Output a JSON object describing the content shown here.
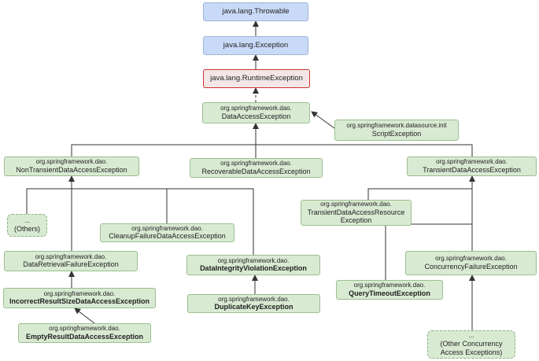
{
  "nodes": {
    "throwable": {
      "text": "java.lang.Throwable"
    },
    "exception": {
      "text": "java.lang.Exception"
    },
    "runtime": {
      "text": "java.lang.RuntimeException"
    },
    "dae": {
      "line1": "org.springframework.dao.",
      "line2": "DataAccessException"
    },
    "script": {
      "line1": "org.springframework.datasource.init",
      "line2": "ScriptException"
    },
    "nontransient": {
      "line1": "org.springframework.dao.",
      "line2": "NonTransientDataAccessException"
    },
    "recoverable": {
      "line1": "org.springframework.dao.",
      "line2": "RecoverableDataAccessException"
    },
    "transient": {
      "line1": "org.springframework.dao.",
      "line2": "TransientDataAccessException"
    },
    "others": {
      "line1": "...",
      "line2": "(Others)"
    },
    "cleanup": {
      "line1": "org.springframework.dao.",
      "line2": "CleanupFailureDataAccessException"
    },
    "transientresource": {
      "line1": "org.springframework.dao.",
      "line2": "TransientDataAccessResource",
      "line3": "Exception"
    },
    "retrieval": {
      "line1": "org.springframework.dao.",
      "line2": "DataRetrievalFailureException"
    },
    "integrity": {
      "line1": "org.springframework.dao.",
      "line2": "DataIntegrityViolationException"
    },
    "concurrency": {
      "line1": "org.springframework.dao.",
      "line2": "ConcurrencyFailureException"
    },
    "querytimeout": {
      "line1": "org.springframework.dao.",
      "line2": "QueryTimeoutException"
    },
    "incorrect": {
      "line1": "org.springframework.dao.",
      "line2": "IncorrectResultSizeDataAccessException"
    },
    "duplicate": {
      "line1": "org.springframework.dao.",
      "line2": "DuplicateKeyException"
    },
    "emptyresult": {
      "line1": "org.springframework.dao.",
      "line2": "EmptyResultDataAccessException"
    },
    "otherconcurrency": {
      "line1": "...",
      "line2": "(Other Concurrency",
      "line3": "Access Exceptions)"
    }
  }
}
